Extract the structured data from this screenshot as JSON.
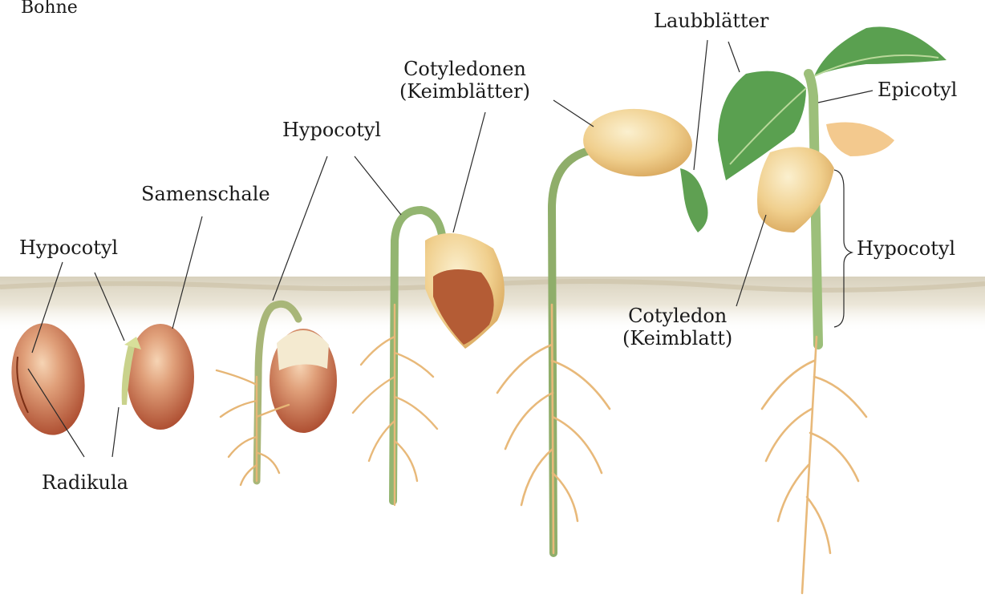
{
  "title": "Bohne",
  "labels": {
    "hypocotyl_1": "Hypocotyl",
    "samenschale": "Samenschale",
    "radikula": "Radikula",
    "hypocotyl_2": "Hypocotyl",
    "cotyledonen": "Cotyledonen\n(Keimblätter)",
    "laubblaetter": "Laubblätter",
    "epicotyl": "Epicotyl",
    "hypocotyl_3": "Hypocotyl",
    "cotyledon": "Cotyledon\n(Keimblatt)"
  },
  "colors": {
    "seed": "#b8572e",
    "seed_light": "#f3c9a0",
    "cotyledon": "#f2d193",
    "stem": "#8fb06a",
    "leaf": "#4f9a4a",
    "root": "#e8b97a",
    "soil": "#ddd6c2"
  }
}
